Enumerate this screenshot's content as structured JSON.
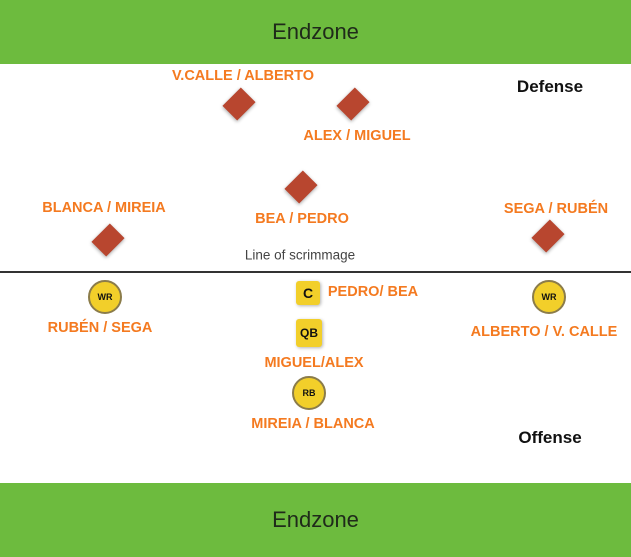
{
  "endzone_top": "Endzone",
  "endzone_bottom": "Endzone",
  "defense_label": "Defense",
  "offense_label": "Offense",
  "line_of_scrimmage": "Line of scrimmage",
  "colors": {
    "endzone": "#6dbb3e",
    "defender": "#b8462f",
    "offense_marker": "#f2cf2a",
    "name_label": "#f47a20"
  },
  "defense": [
    {
      "label": "V.CALLE / ALBERTO"
    },
    {
      "label": "ALEX / MIGUEL"
    },
    {
      "label": "BEA / PEDRO"
    },
    {
      "label": "BLANCA / MIREIA"
    },
    {
      "label": "SEGA / RUBÉN"
    }
  ],
  "offense": [
    {
      "position": "WR",
      "label": "RUBÉN / SEGA"
    },
    {
      "position": "C",
      "label": "PEDRO/ BEA"
    },
    {
      "position": "WR",
      "label": "ALBERTO /  V. CALLE"
    },
    {
      "position": "QB",
      "label": "MIGUEL/ALEX"
    },
    {
      "position": "RB",
      "label": "MIREIA / BLANCA"
    }
  ]
}
